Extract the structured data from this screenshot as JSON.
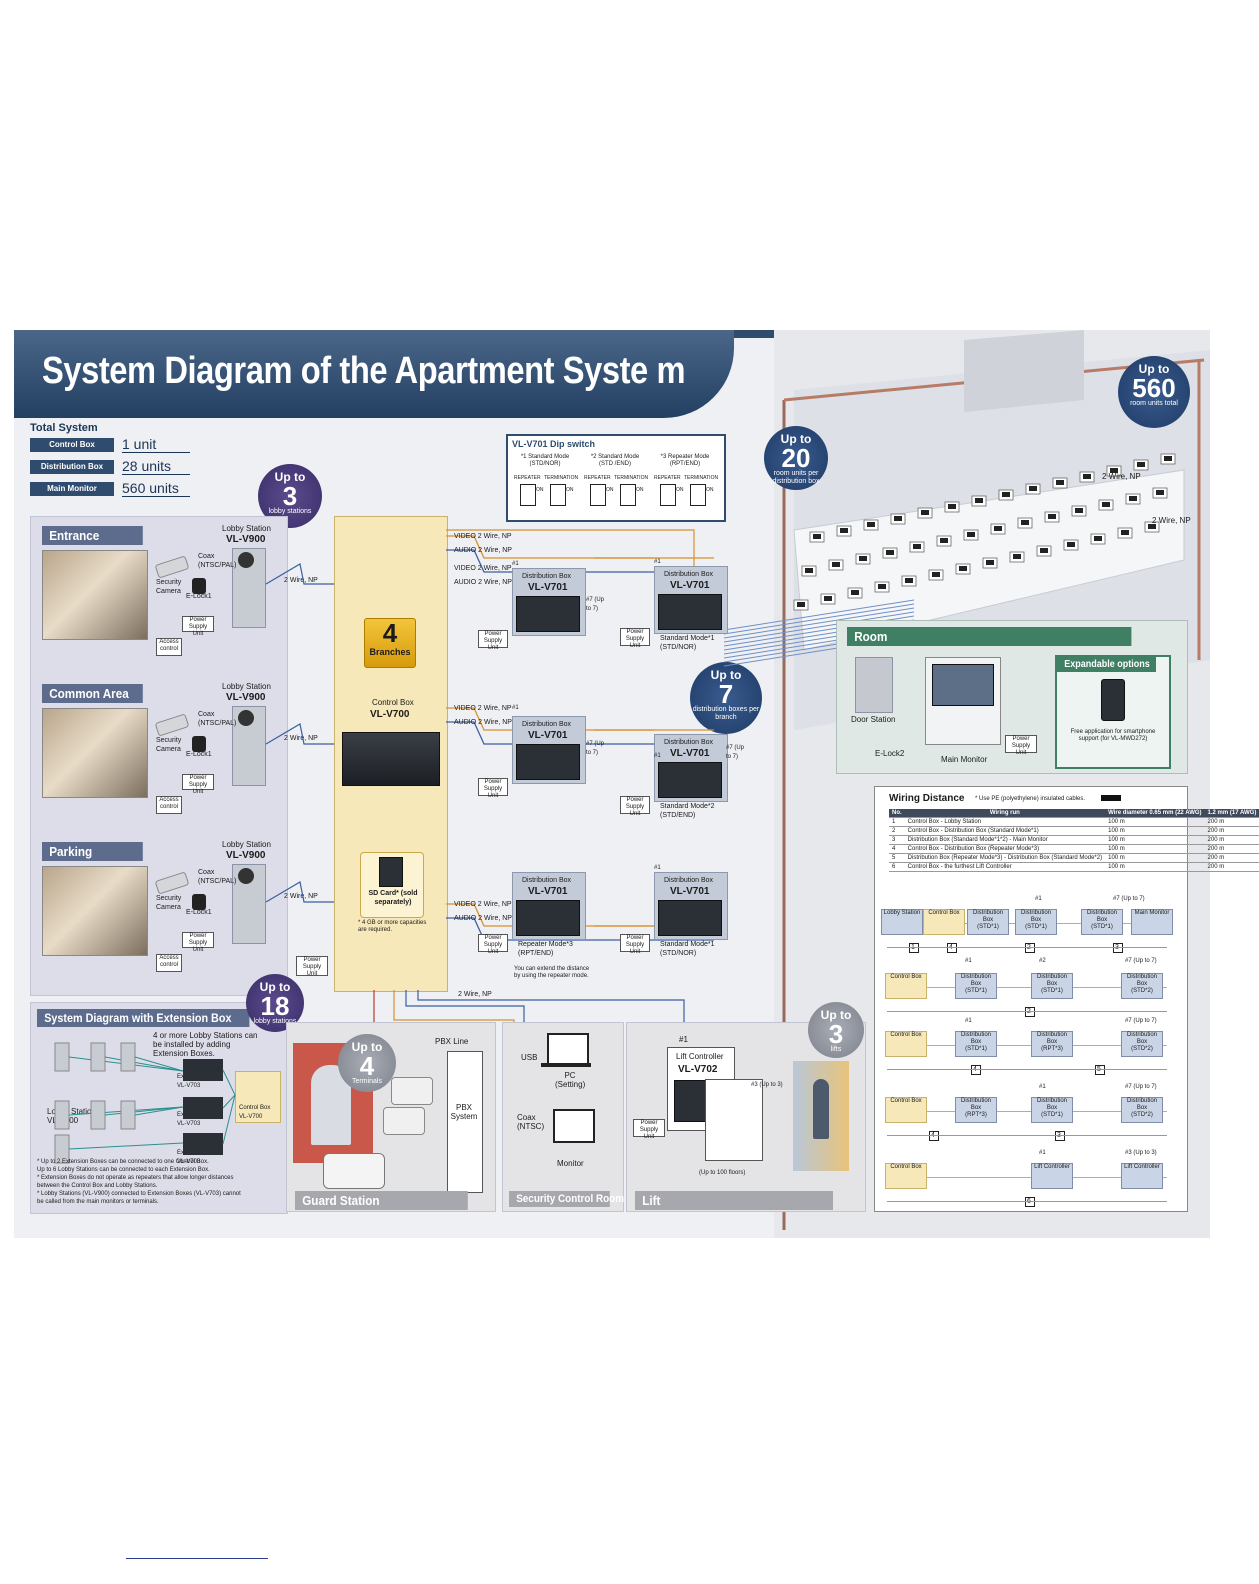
{
  "title": "System Diagram of the Apartment Syste m",
  "total_system": {
    "heading": "Total System",
    "rows": [
      {
        "label": "Control Box",
        "value": "1 unit"
      },
      {
        "label": "Distribution Box",
        "value": "28 units"
      },
      {
        "label": "Main Monitor",
        "value": "560 units"
      }
    ]
  },
  "badges": {
    "lobby": {
      "up": "Up to",
      "num": "3",
      "sub": "lobby stations"
    },
    "room20": {
      "up": "Up to",
      "num": "20",
      "sub": "room units per distribution box"
    },
    "room560": {
      "up": "Up to",
      "num": "560",
      "sub": "room units total"
    },
    "dist7": {
      "up": "Up to",
      "num": "7",
      "sub": "distribution boxes per branch"
    },
    "ext18": {
      "up": "Up to",
      "num": "18",
      "sub": "lobby stations"
    },
    "terminals4": {
      "up": "Up to",
      "num": "4",
      "sub": "Terminals"
    },
    "lifts3": {
      "up": "Up to",
      "num": "3",
      "sub": "lifts"
    }
  },
  "dip": {
    "title": "VL-V701  Dip switch",
    "modes": [
      {
        "label": "*1 Standard Mode (STD/NOR)",
        "sw1": "REPEATER",
        "sw2": "TERMINATION"
      },
      {
        "label": "*2 Standard Mode (STD /END)",
        "sw1": "REPEATER",
        "sw2": "TERMINATION"
      },
      {
        "label": "*3 Repeater Mode (RPT/END)",
        "sw1": "REPEATER",
        "sw2": "TERMINATION"
      }
    ],
    "on": "ON"
  },
  "areas": [
    {
      "name": "Entrance",
      "station": "Lobby Station",
      "model": "VL-V900"
    },
    {
      "name": "Common Area",
      "station": "Lobby Station",
      "model": "VL-V900"
    },
    {
      "name": "Parking",
      "station": "Lobby Station",
      "model": "VL-V900"
    }
  ],
  "area_labels": {
    "coax": "Coax (NTSC/PAL)",
    "camera": "Security Camera",
    "elock": "E-Lock1",
    "psu": "Power Supply Unit",
    "access": "Access control",
    "wire": "2 Wire, NP"
  },
  "control_box": {
    "branches_num": "4",
    "branches_label": "Branches",
    "label": "Control Box",
    "model": "VL-V700",
    "sd_label": "SD Card* (sold separately)",
    "sd_note": "* 4 GB or more capacities are required.",
    "psu": "Power Supply Unit"
  },
  "wires": {
    "video": "VIDEO 2 Wire, NP",
    "audio": "AUDIO 2 Wire, NP",
    "two_wire": "2 Wire, NP",
    "first": "#1",
    "seventh": "#7 (Up to 7)"
  },
  "dist": {
    "label": "Distribution Box",
    "model": "VL-V701",
    "std_nor": "Standard Mode*1 (STD/NOR)",
    "std_end": "Standard Mode*2 (STD/END)",
    "rpt_end": "Repeater Mode*3 (RPT/END)",
    "repeater_note": "You can extend the distance by using the repeater mode."
  },
  "room": {
    "heading": "Room",
    "door": "Door Station",
    "elock2": "E-Lock2",
    "monitor": "Main Monitor",
    "psu": "Power Supply Unit",
    "exp_heading": "Expandable options",
    "exp_note": "Free application for smartphone support (for VL-MWD272)"
  },
  "building_wire": "2 Wire, NP",
  "wiring": {
    "title": "Wiring Distance",
    "note": "* Use PE (polyethylene) insulated cables.",
    "headers": [
      "No.",
      "Wiring run",
      "Wire diameter 0.65 mm (22 AWG)",
      "1.2 mm (17 AWG)"
    ],
    "rows": [
      [
        "1",
        "Control Box - Lobby Station",
        "100 m",
        "200 m"
      ],
      [
        "2",
        "Control Box - Distribution Box (Standard Mode*1)",
        "100 m",
        "200 m"
      ],
      [
        "3",
        "Distribution Box (Standard Mode*1*2) - Main Monitor",
        "100 m",
        "200 m"
      ],
      [
        "4",
        "Control Box - Distribution Box (Repeater Mode*3)",
        "100 m",
        "200 m"
      ],
      [
        "5",
        "Distribution Box (Repeater Mode*3) - Distribution Box (Standard Mode*2)",
        "100 m",
        "200 m"
      ],
      [
        "6",
        "Control Box - the furthest Lift Controller",
        "100 m",
        "200 m"
      ]
    ],
    "diag": {
      "lobby": "Lobby Station",
      "control": "Control Box",
      "dist": "Distribution Box",
      "std1": "(STD*1)",
      "std2": "(STD*2)",
      "rpt": "(RPT*3)",
      "monitor": "Main Monitor",
      "lift": "Lift Controller",
      "n1": "#1",
      "n2": "#2",
      "n7": "#7 (Up to 7)",
      "n3": "#3 (Up to 3)"
    }
  },
  "extension": {
    "heading": "System Diagram with Extension Box",
    "caption": "4 or more Lobby Stations can be installed by adding Extension Boxes.",
    "lobby": "Lobby Station VL-V900",
    "ext": "Extension Box VL-V703",
    "control": "Control Box VL-V700",
    "notes": [
      "* Up to 2 Extension Boxes can be connected to one Control Box.",
      "  Up to 6 Lobby Stations can be connected to each Extension Box.",
      "* Extension Boxes do not operate as repeaters that allow longer distances",
      "  between the Control Box and Lobby Stations.",
      "* Lobby Stations (VL-V900) connected to Extension Boxes (VL-V703) cannot",
      "  be called from the main monitors or terminals."
    ]
  },
  "guard": {
    "heading": "Guard Station",
    "pbx_line": "PBX Line",
    "pbx": "PBX System"
  },
  "security": {
    "heading": "Security Control Room",
    "usb": "USB",
    "pc": "PC (Setting)",
    "coax": "Coax (NTSC)",
    "monitor": "Monitor"
  },
  "lift": {
    "heading": "Lift",
    "label": "Lift Controller",
    "model": "VL-V702",
    "n1": "#1",
    "n3": "#3 (Up to 3)",
    "floors": "(Up to 100 floors)",
    "psu": "Power Supply Unit"
  },
  "colors": {
    "navy": "#2f4b6e",
    "panel": "#dcdde8",
    "yellow": "#f6e8b8",
    "purple": "#45366f",
    "green": "#3f7f63",
    "video": "#d7902c",
    "audio": "#c78a4b"
  }
}
